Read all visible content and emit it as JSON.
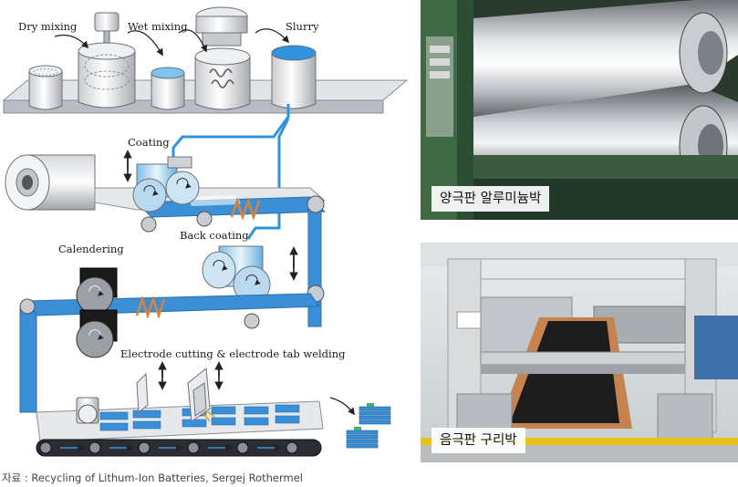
{
  "diagram": {
    "labels": {
      "dry_mixing": "Dry mixing",
      "wet_mixing": "Wet mixing",
      "slurry": "Slurry",
      "coating": "Coating",
      "back_coating": "Back coating",
      "calendering": "Calendering",
      "electrode_cutting": "Electrode cutting & electrode tab welding"
    }
  },
  "photos": {
    "top_caption": "양극판 알루미늄박",
    "bottom_caption": "음극판 구리박"
  },
  "source": "자료 : Recycling of Lithum-Ion Batteries, Sergej Rothermel",
  "colors": {
    "belt_blue": "#3a8fd6",
    "slurry_blue": "#4aa8e8",
    "heater_orange": "#d8823a",
    "roller_black": "#1a1a1a"
  }
}
